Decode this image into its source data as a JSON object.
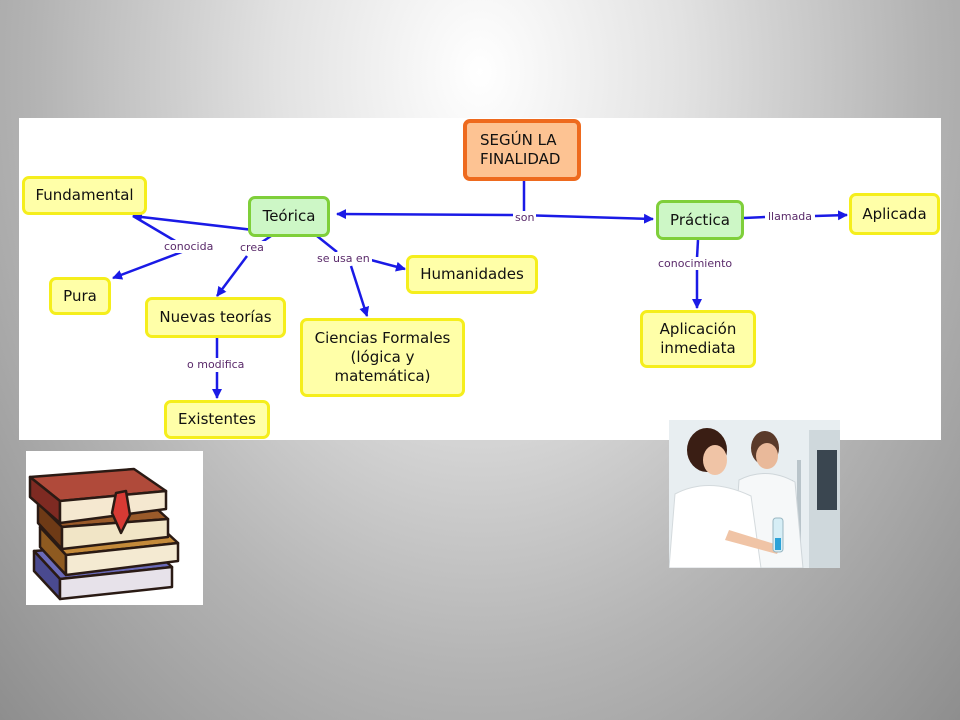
{
  "concept_map": {
    "nodes": {
      "segun": "SEGÚN LA\nFINALIDAD",
      "teorica": "Teórica",
      "practica": "Práctica",
      "fundamental": "Fundamental",
      "pura": "Pura",
      "nuevas_teorias": "Nuevas teorías",
      "existentes": "Existentes",
      "humanidades": "Humanidades",
      "ciencias_formales": "Ciencias Formales\n(lógica y\nmatemática)",
      "aplicada": "Aplicada",
      "aplicacion_inmediata": "Aplicación\ninmediata"
    },
    "links": {
      "son": "son",
      "conocida": "conocida",
      "crea": "crea",
      "se_usa_en": "se usa en",
      "o_modifica": "o modifica",
      "llamada": "llamada",
      "conocimiento": "conocimiento"
    },
    "colors": {
      "arrow": "#1a1ae6",
      "link_text": "#5a2a6a",
      "yellow_fill": "#ffffa8",
      "yellow_border": "#f5ee1c",
      "green_fill": "#cdf7c6",
      "green_border": "#7fcf3a",
      "orange_fill": "#fdc393",
      "orange_border": "#ee6a1e"
    }
  },
  "images": {
    "books": "books-clipart",
    "lab": "lab-scientists-photo"
  }
}
